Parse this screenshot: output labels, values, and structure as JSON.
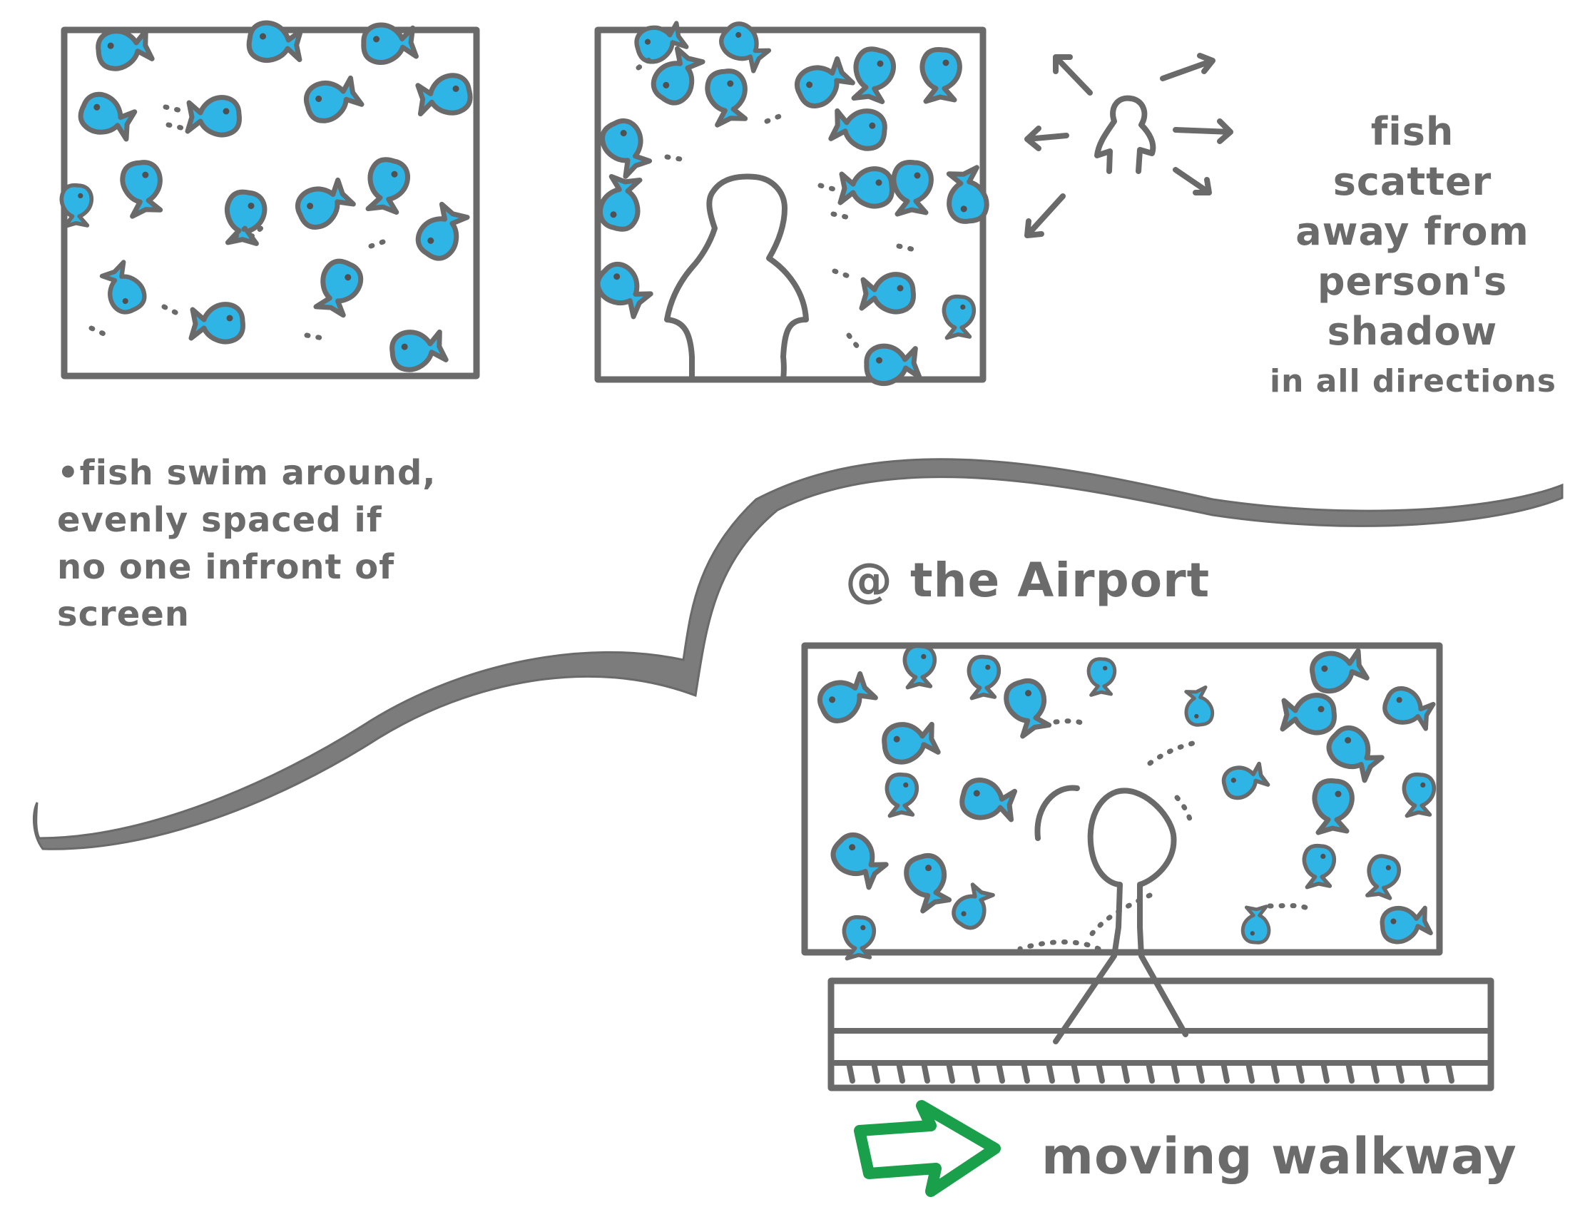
{
  "colors": {
    "ink": "#6a6a6a",
    "fish": "#2fb4e6",
    "arrow": "#1aa04a",
    "paper": "#ffffff"
  },
  "notes": {
    "scatter": [
      "fish",
      "scatter",
      "away from",
      "person's",
      "shadow",
      "in all directions"
    ],
    "idle": [
      "•fish swim around,",
      "evenly spaced if",
      "no one infront of",
      "screen"
    ],
    "airport": "@ the Airport",
    "walkway": "moving walkway"
  }
}
